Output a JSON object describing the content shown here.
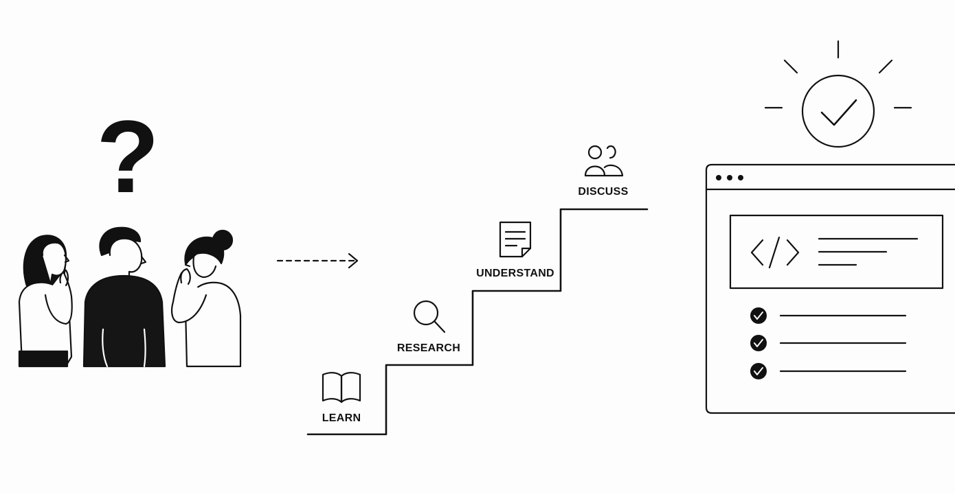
{
  "steps": [
    {
      "label": "LEARN",
      "icon": "open-book-icon"
    },
    {
      "label": "RESEARCH",
      "icon": "magnifier-icon"
    },
    {
      "label": "UNDERSTAND",
      "icon": "document-icon"
    },
    {
      "label": "DISCUSS",
      "icon": "people-icon"
    }
  ],
  "question_mark": "?",
  "colors": {
    "ink": "#111111",
    "background": "#fdfdfd",
    "fill_dark": "#151515"
  }
}
